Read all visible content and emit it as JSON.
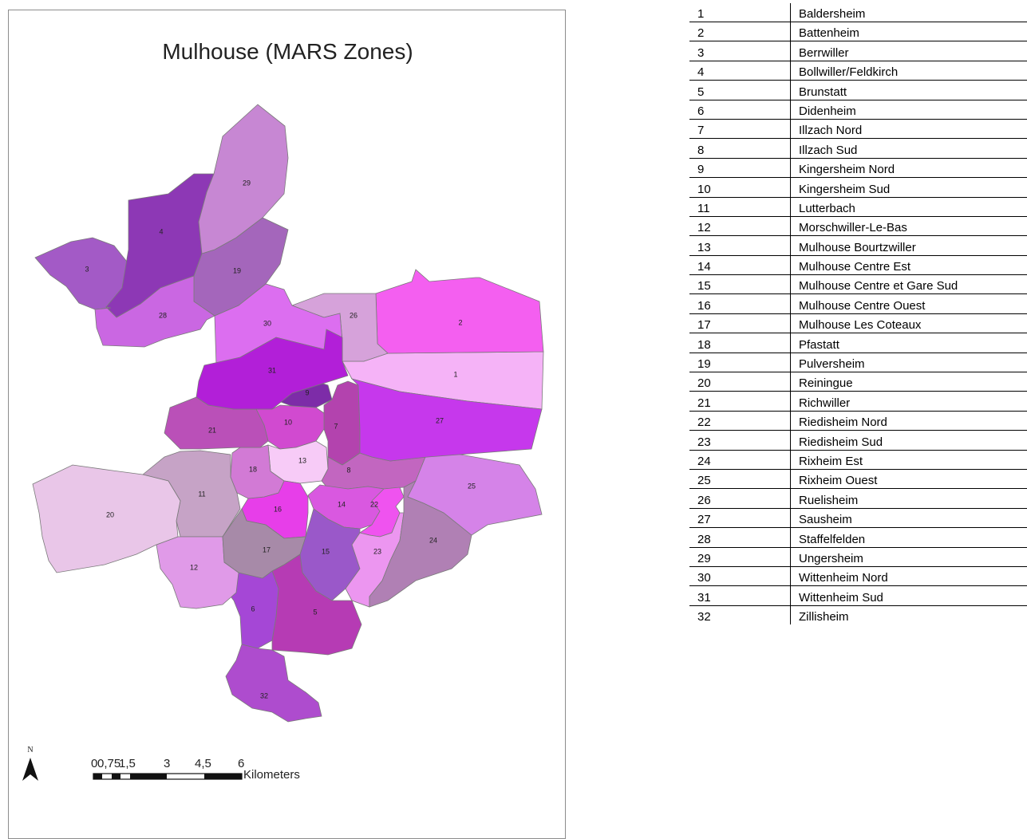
{
  "map": {
    "title": "Mulhouse (MARS Zones)",
    "north_label": "N",
    "scale_bar": {
      "ticks": [
        "0",
        "0,75",
        "1,5",
        "3",
        "4,5",
        "6"
      ],
      "unit": "Kilometers"
    },
    "zone_colors": {
      "1": "#f5b3f7",
      "2": "#f45ff0",
      "3": "#a35ac6",
      "4": "#8d38b5",
      "5": "#b63bb4",
      "6": "#a547d6",
      "7": "#b343ae",
      "8": "#c266c0",
      "9": "#7d2ca8",
      "10": "#d14ad0",
      "11": "#c6a3c6",
      "12": "#e09ae8",
      "13": "#f7cbf7",
      "14": "#d958e0",
      "15": "#9a58c9",
      "16": "#e73ee9",
      "17": "#a78aa8",
      "18": "#d27ad5",
      "19": "#a466bb",
      "20": "#e9c6e8",
      "21": "#ba50b8",
      "22": "#ef53ef",
      "23": "#ec96f0",
      "24": "#b080b4",
      "25": "#d583e8",
      "26": "#d6a2da",
      "27": "#c638ec",
      "28": "#ca67e2",
      "29": "#c787d3",
      "30": "#dc6ef0",
      "31": "#b21fd8",
      "32": "#ae4cce"
    }
  },
  "legend": {
    "rows": [
      {
        "num": "1",
        "name": "Baldersheim"
      },
      {
        "num": "2",
        "name": "Battenheim"
      },
      {
        "num": "3",
        "name": "Berrwiller"
      },
      {
        "num": "4",
        "name": "Bollwiller/Feldkirch"
      },
      {
        "num": "5",
        "name": "Brunstatt"
      },
      {
        "num": "6",
        "name": "Didenheim"
      },
      {
        "num": "7",
        "name": "Illzach Nord"
      },
      {
        "num": "8",
        "name": "Illzach Sud"
      },
      {
        "num": "9",
        "name": "Kingersheim Nord"
      },
      {
        "num": "10",
        "name": "Kingersheim Sud"
      },
      {
        "num": "11",
        "name": "Lutterbach"
      },
      {
        "num": "12",
        "name": "Morschwiller-Le-Bas"
      },
      {
        "num": "13",
        "name": "Mulhouse Bourtzwiller"
      },
      {
        "num": "14",
        "name": "Mulhouse Centre Est"
      },
      {
        "num": "15",
        "name": "Mulhouse Centre et Gare Sud"
      },
      {
        "num": "16",
        "name": "Mulhouse Centre Ouest"
      },
      {
        "num": "17",
        "name": "Mulhouse Les Coteaux"
      },
      {
        "num": "18",
        "name": "Pfastatt"
      },
      {
        "num": "19",
        "name": "Pulversheim"
      },
      {
        "num": "20",
        "name": "Reiningue"
      },
      {
        "num": "21",
        "name": "Richwiller"
      },
      {
        "num": "22",
        "name": "Riedisheim Nord"
      },
      {
        "num": "23",
        "name": "Riedisheim Sud"
      },
      {
        "num": "24",
        "name": "Rixheim Est"
      },
      {
        "num": "25",
        "name": "Rixheim Ouest"
      },
      {
        "num": "26",
        "name": "Ruelisheim"
      },
      {
        "num": "27",
        "name": "Sausheim"
      },
      {
        "num": "28",
        "name": "Staffelfelden"
      },
      {
        "num": "29",
        "name": "Ungersheim"
      },
      {
        "num": "30",
        "name": "Wittenheim Nord"
      },
      {
        "num": "31",
        "name": "Wittenheim Sud"
      },
      {
        "num": "32",
        "name": "Zillisheim"
      }
    ]
  }
}
